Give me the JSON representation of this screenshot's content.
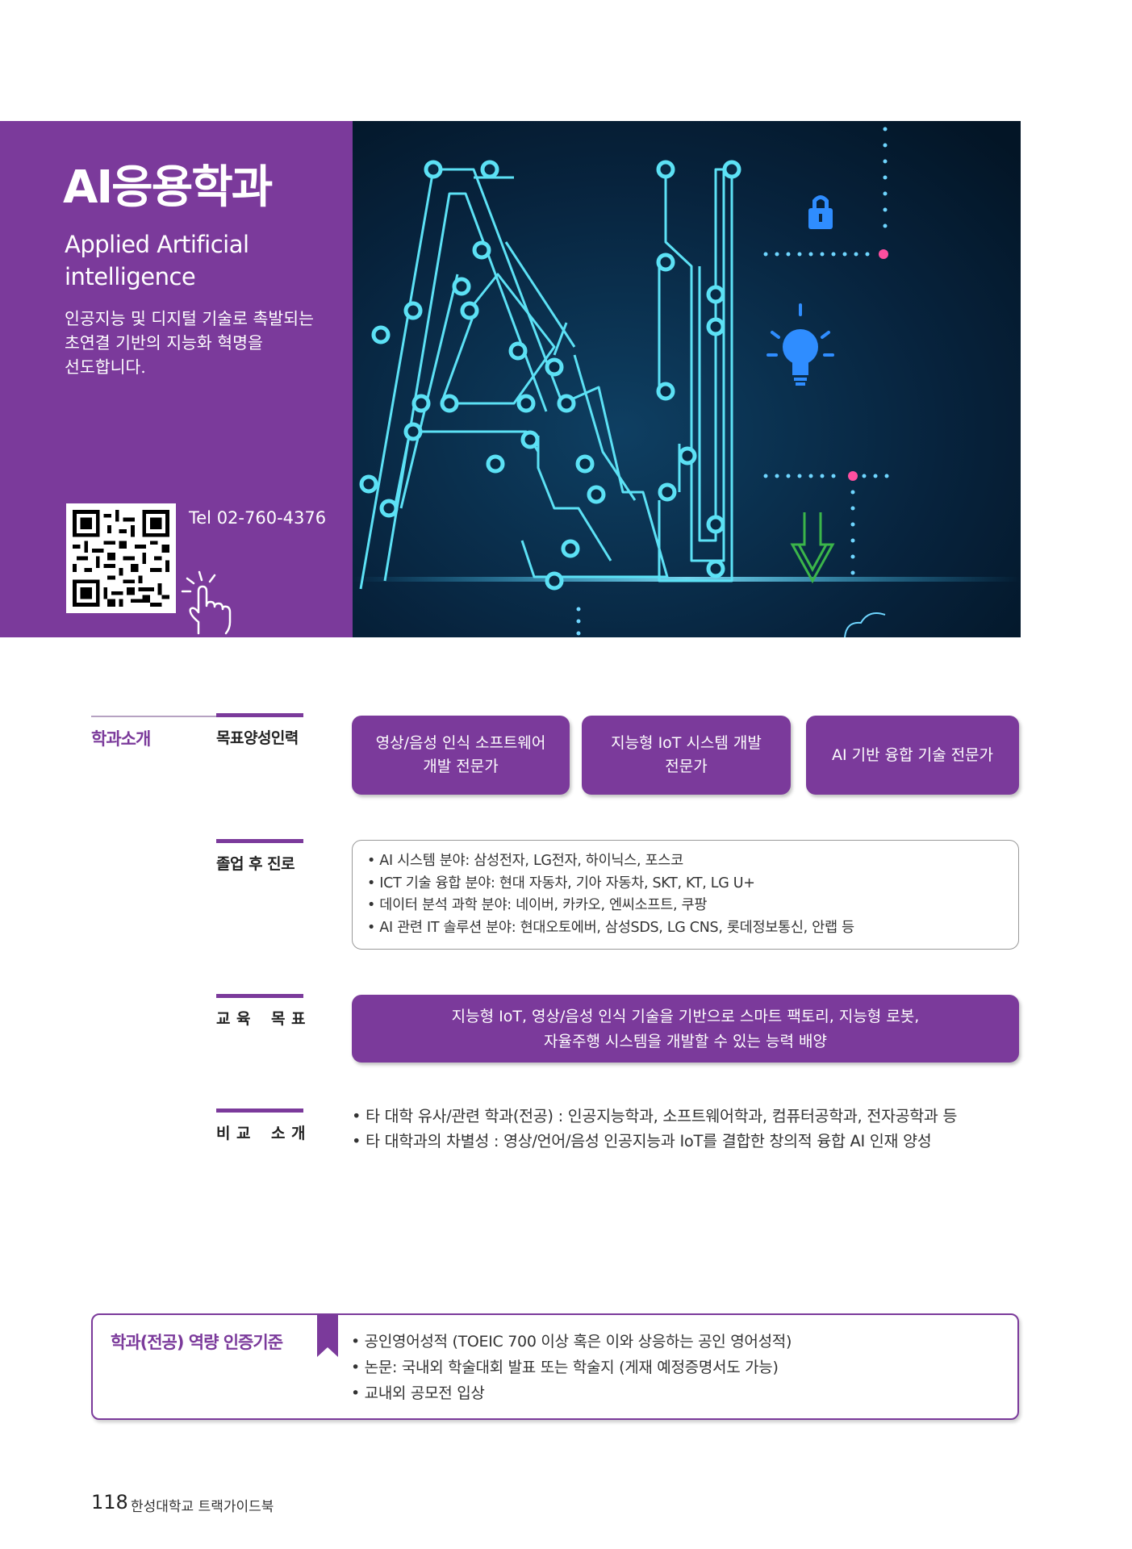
{
  "hero": {
    "title": "AI응용학과",
    "subtitle_en": "Applied Artificial intelligence",
    "description_lines": [
      "인공지능 및 디지털 기술로 촉발되는",
      "초연결 기반의 지능화 혁명을",
      "선도합니다."
    ],
    "tel": "Tel 02-760-4376",
    "accent_color": "#7b3a9b"
  },
  "intro": {
    "label": "학과소개",
    "goal_label": "목표양성인력",
    "goals": [
      {
        "line1": "영상/음성 인식 소프트웨어",
        "line2": "개발 전문가"
      },
      {
        "line1": "지능형 IoT 시스템 개발",
        "line2": "전문가"
      },
      {
        "line1": "AI 기반 융합 기술 전문가",
        "line2": ""
      }
    ],
    "career_label": "졸업 후 진로",
    "careers": [
      "AI 시스템 분야: 삼성전자, LG전자, 하이닉스, 포스코",
      "ICT 기술 융합 분야: 현대 자동차, 기아 자동차, SKT, KT, LG U+",
      "데이터 분석 과학 분야: 네이버, 카카오, 엔씨소프트, 쿠팡",
      "AI 관련 IT 솔루션 분야: 현대오토에버, 삼성SDS, LG CNS, 롯데정보통신, 안랩 등"
    ],
    "edu_label_chars": [
      "교",
      "육",
      "목",
      "표"
    ],
    "edu_goal_line1": "지능형 IoT, 영상/음성 인식 기술을 기반으로 스마트 팩토리, 지능형 로봇,",
    "edu_goal_line2": "자율주행 시스템을 개발할 수 있는 능력 배양",
    "compare_label_chars": [
      "비",
      "교",
      "소",
      "개"
    ],
    "compare_items": [
      "타 대학 유사/관련 학과(전공) : 인공지능학과, 소프트웨어학과, 컴퓨터공학과, 전자공학과 등",
      "타 대학과의 차별성 : 영상/언어/음성 인공지능과 IoT를 결합한 창의적 융합 AI 인재 양성"
    ]
  },
  "cert": {
    "title": "학과(전공) 역량 인증기준",
    "items": [
      "공인영어성적 (TOEIC 700 이상 혹은 이와 상응하는 공인 영어성적)",
      "논문: 국내외 학술대회 발표 또는 학술지 (게재 예정증명서도 가능)",
      "교내외 공모전 입상"
    ]
  },
  "footer": {
    "page_number": "118",
    "book_name": "한성대학교 트랙가이드북"
  }
}
